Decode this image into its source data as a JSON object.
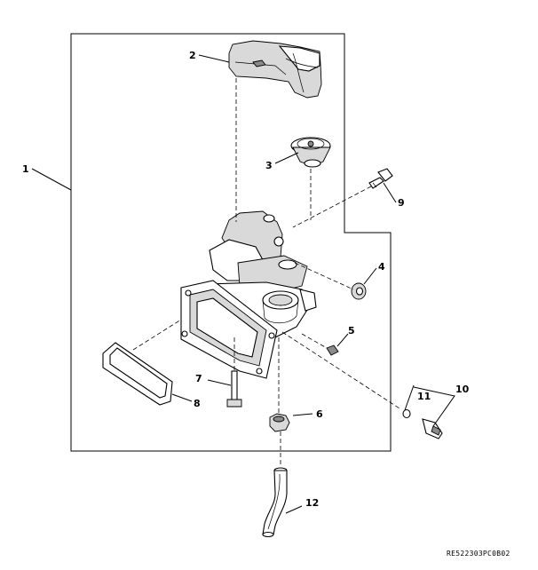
{
  "callouts": {
    "c1": "1",
    "c2": "2",
    "c3": "3",
    "c4": "4",
    "c5": "5",
    "c6": "6",
    "c7": "7",
    "c8": "8",
    "c9": "9",
    "c10": "10",
    "c11": "11",
    "c12": "12"
  },
  "reference_code": "RE522303PC0B02"
}
